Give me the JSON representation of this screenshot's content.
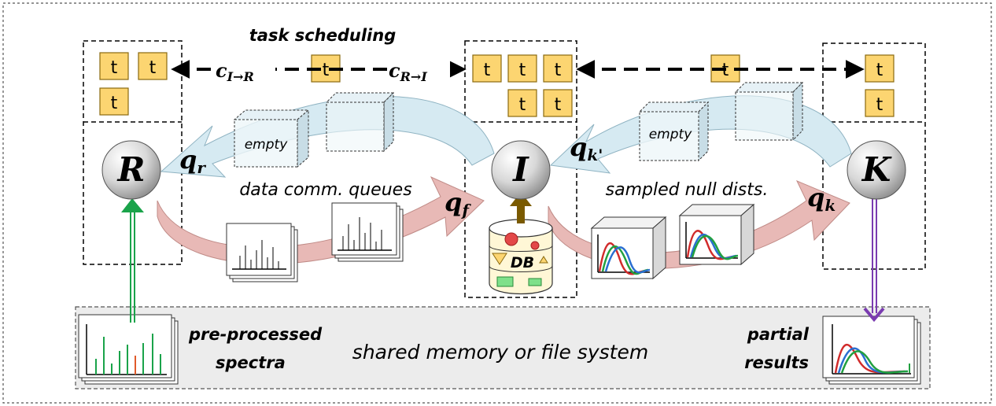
{
  "title": "task scheduling",
  "task_label": "t",
  "nodes": {
    "R": "R",
    "I": "I",
    "K": "K"
  },
  "comm_costs": {
    "left": "c",
    "left_sub": "I→R",
    "right": "c",
    "right_sub": "R→I"
  },
  "queues": {
    "qr": "q",
    "qr_sub": "r",
    "qf": "q",
    "qf_sub": "f",
    "qk_prime": "q",
    "qk_prime_sub": "k'",
    "qk": "q",
    "qk_sub": "k"
  },
  "empty_label": "empty",
  "data_comm_label": "data comm. queues",
  "null_dists_label": "sampled null dists.",
  "db_label": "DB",
  "bottom": {
    "left_line1": "pre-processed",
    "left_line2": "spectra",
    "center": "shared memory or file system",
    "right_line1": "partial",
    "right_line2": "results"
  },
  "colors": {
    "task_fill": "#fcd571",
    "task_stroke": "#8a6a10",
    "queue_top": "#d6eaf2",
    "queue_bottom": "#e8b9b6",
    "green_arrow": "#1aa34a",
    "brown_arrow": "#7a5a00",
    "purple_arrow": "#7a3bb0",
    "bottom_panel": "#ececec"
  }
}
